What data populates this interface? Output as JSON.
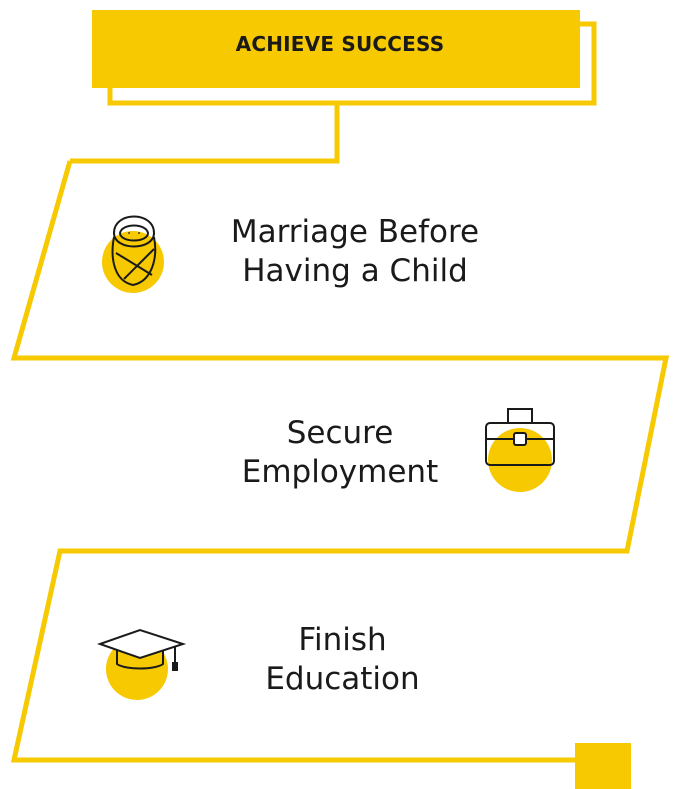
{
  "header": {
    "title": "ACHIEVE SUCCESS"
  },
  "steps": [
    {
      "line1": "Marriage Before",
      "line2": "Having a Child",
      "icon": "baby-icon"
    },
    {
      "line1": "Secure",
      "line2": "Employment",
      "icon": "briefcase-icon"
    },
    {
      "line1": "Finish",
      "line2": "Education",
      "icon": "graduation-cap-icon"
    }
  ],
  "colors": {
    "accent": "#f7c900",
    "text": "#1a1a1a",
    "background": "#ffffff"
  }
}
